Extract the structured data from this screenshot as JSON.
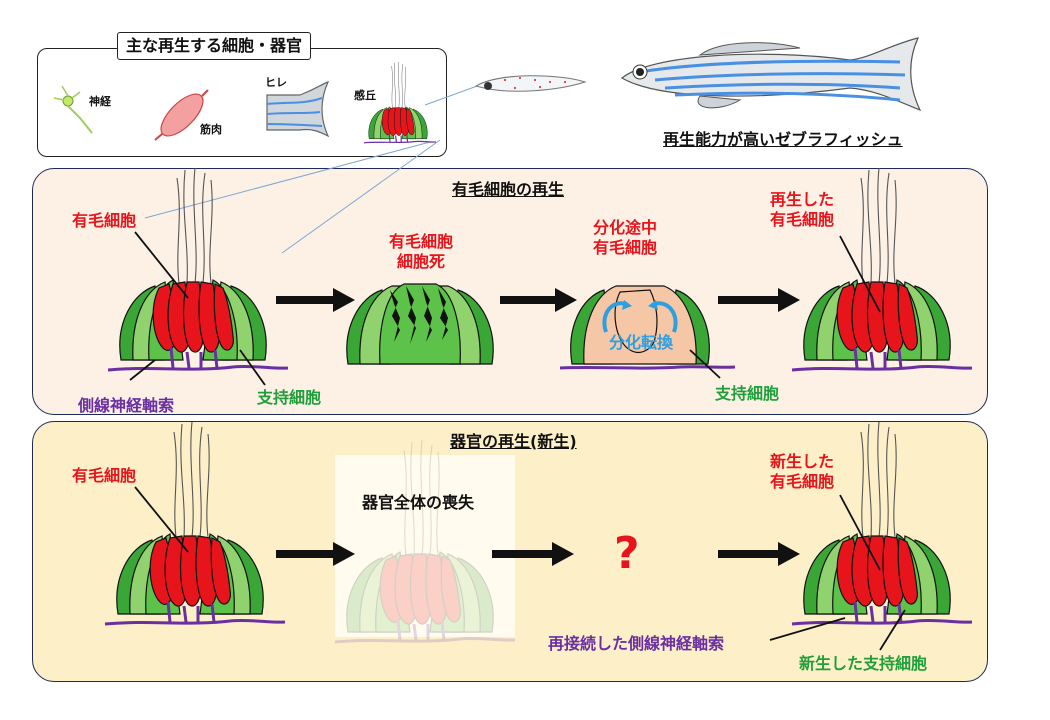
{
  "legend": {
    "title": "主な再生する細胞・器官",
    "items": {
      "nerve": "神経",
      "muscle": "筋肉",
      "fin": "ヒレ",
      "neuromast": "感丘"
    }
  },
  "zebrafish_caption": "再生能力が高いゼブラフィッシュ",
  "panel1": {
    "title": "有毛細胞の再生",
    "hair_cell": "有毛細胞",
    "hair_cell_death": [
      "有毛細胞",
      "細胞死"
    ],
    "differentiating": [
      "分化途中",
      "有毛細胞"
    ],
    "regenerated": [
      "再生した",
      "有毛細胞"
    ],
    "transdifferentiation": "分化転換",
    "support_cell": "支持細胞",
    "support_cell_2": "支持細胞",
    "lateral_line_axon": "側線神経軸索"
  },
  "panel2": {
    "title": "器官の再生(新生)",
    "hair_cell": "有毛細胞",
    "organ_loss": "器官全体の喪失",
    "unknown": "?",
    "new_hair_cell": [
      "新生した",
      "有毛細胞"
    ],
    "reconnected_axon": "再接続した側線神経軸索",
    "new_support_cell": "新生した支持細胞"
  },
  "colors": {
    "hair_cell": "#e8141c",
    "support_cell": "#1f9e3a",
    "axon": "#6a2fa0",
    "transdiff": "#2f9fe0",
    "panel1_bg": "#fdf1e6",
    "panel2_bg": "#fdf0c9",
    "panel_border": "#1e2a55"
  }
}
